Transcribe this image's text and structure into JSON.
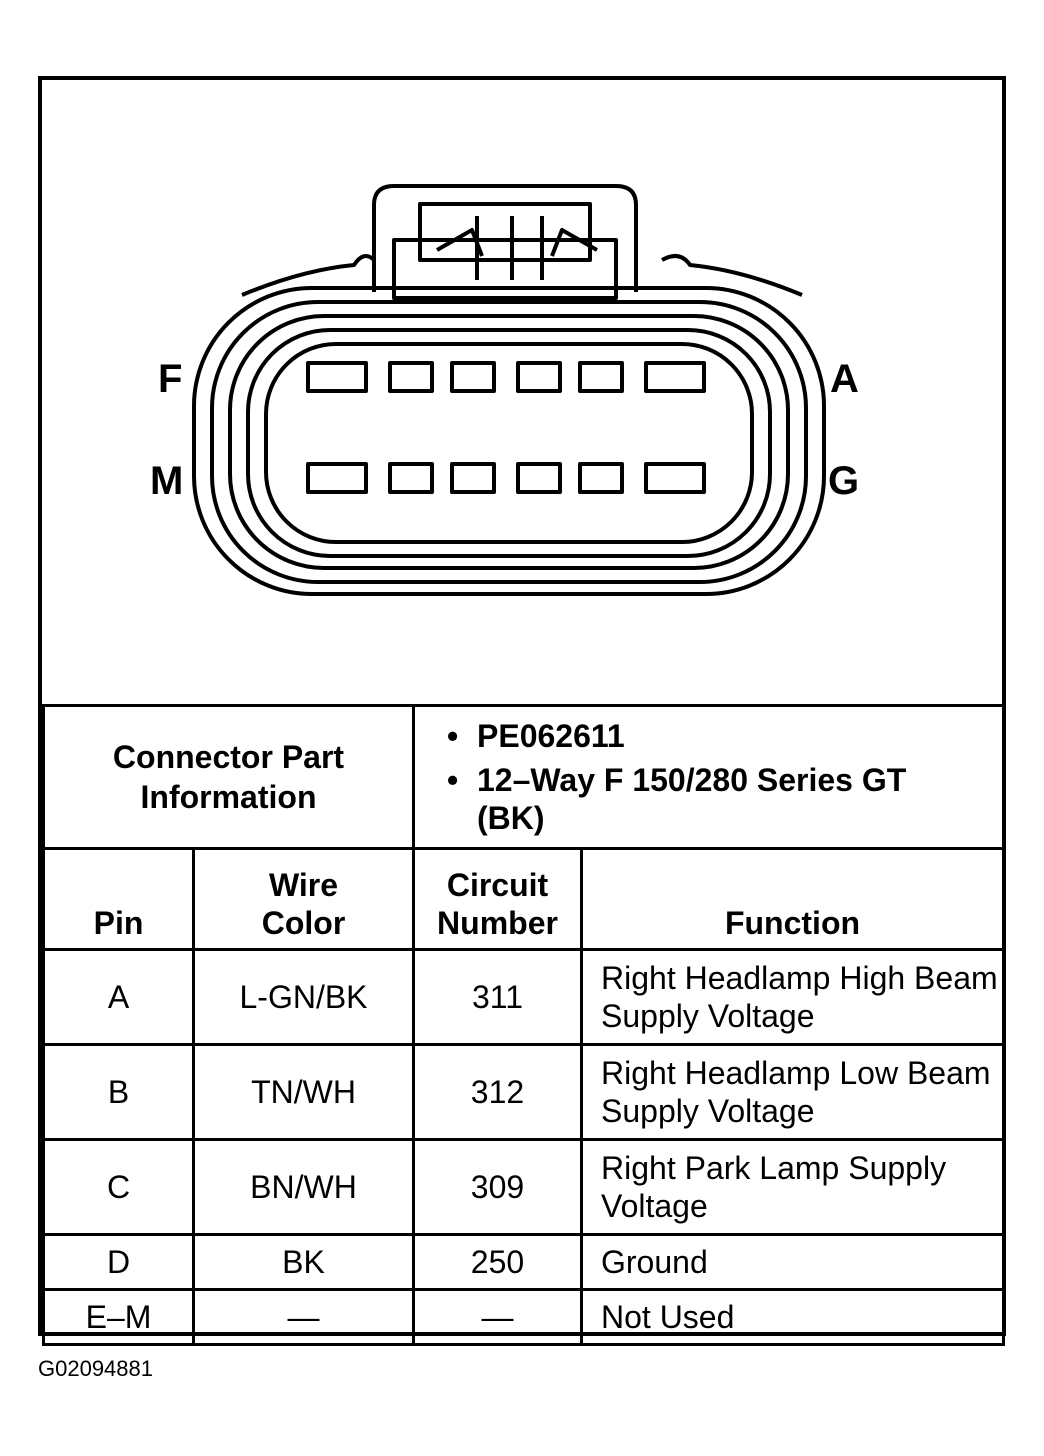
{
  "connector": {
    "pin_labels": {
      "top_left": "F",
      "top_right": "A",
      "bottom_left": "M",
      "bottom_right": "G"
    }
  },
  "part_info": {
    "label": "Connector Part Information",
    "items": [
      "PE062611",
      "12–Way F 150/280 Series GT (BK)"
    ]
  },
  "columns": [
    "Pin",
    "Wire Color",
    "Circuit Number",
    "Function"
  ],
  "rows": [
    {
      "pin": "A",
      "wire_color": "L-GN/BK",
      "circuit": "311",
      "function": "Right Headlamp High Beam Supply Voltage"
    },
    {
      "pin": "B",
      "wire_color": "TN/WH",
      "circuit": "312",
      "function": "Right Headlamp Low Beam Supply Voltage"
    },
    {
      "pin": "C",
      "wire_color": "BN/WH",
      "circuit": "309",
      "function": "Right Park Lamp Supply Voltage"
    },
    {
      "pin": "D",
      "wire_color": "BK",
      "circuit": "250",
      "function": "Ground"
    },
    {
      "pin": "E–M",
      "wire_color": "—",
      "circuit": "—",
      "function": "Not Used"
    }
  ],
  "figure_id": "G02094881"
}
